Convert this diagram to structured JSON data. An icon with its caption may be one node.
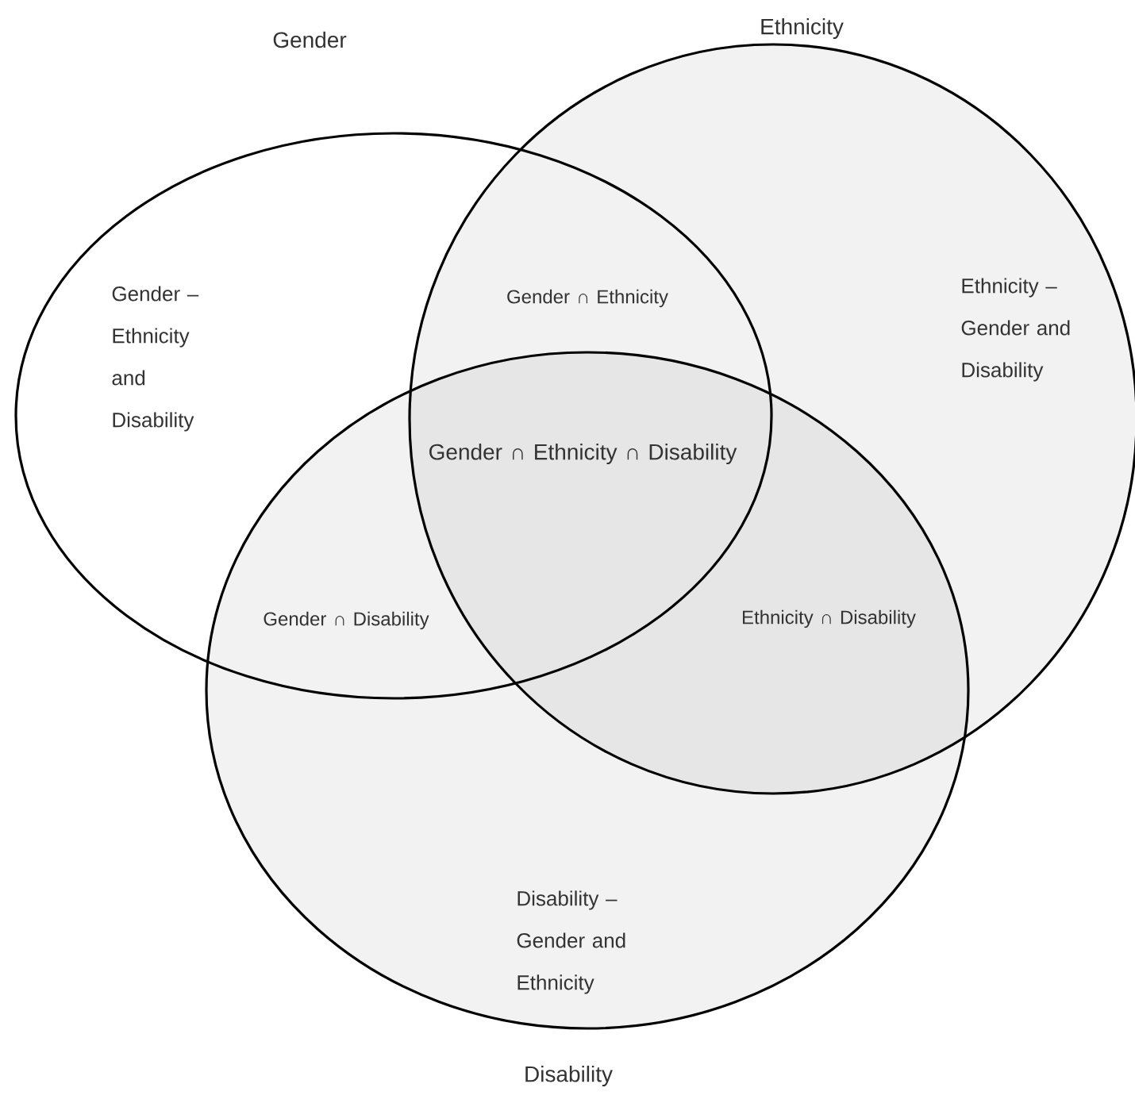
{
  "diagram": {
    "nodes": [
      {
        "text": [
          "Gender – Ethnicity and Disability"
        ],
        "beside": [
          "Gender"
        ]
      },
      {
        "text": [
          "Ethnicity – Gender and Disability"
        ],
        "beside": [
          "Ethnicity"
        ]
      },
      {
        "text": [
          "Disability – Gender and Ethnicity"
        ],
        "beside": [
          "Disability"
        ]
      }
    ],
    "labels": [
      "Gender ∩ Ethnicity",
      "Gender ∩ Ethnicity ∩ Disability",
      "Gender ∩ Disability",
      "Ethnicity ∩ Disability"
    ]
  }
}
